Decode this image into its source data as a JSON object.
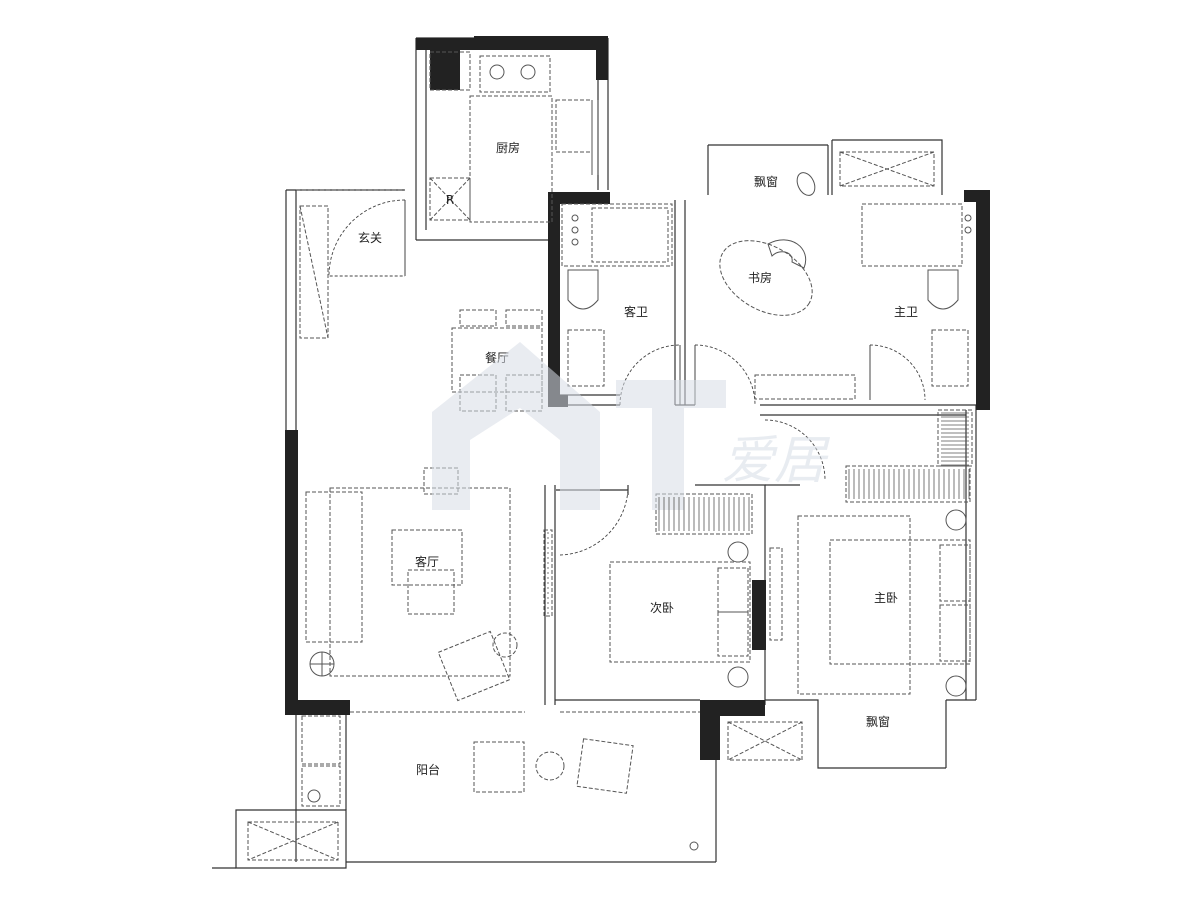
{
  "rooms": {
    "kitchen": "厨房",
    "entrance": "玄关",
    "dining": "餐厅",
    "guest_bath": "客卫",
    "study": "书房",
    "bay_window_top": "飘窗",
    "master_bath": "主卫",
    "living": "客厅",
    "second_bedroom": "次卧",
    "master_bedroom": "主卧",
    "bay_window_bottom": "飘窗",
    "balcony": "阳台"
  },
  "fridge_mark": "R",
  "watermark": "爱居",
  "colors": {
    "wall": "#222222",
    "line": "#555555",
    "watermark": "#d7dde6"
  }
}
